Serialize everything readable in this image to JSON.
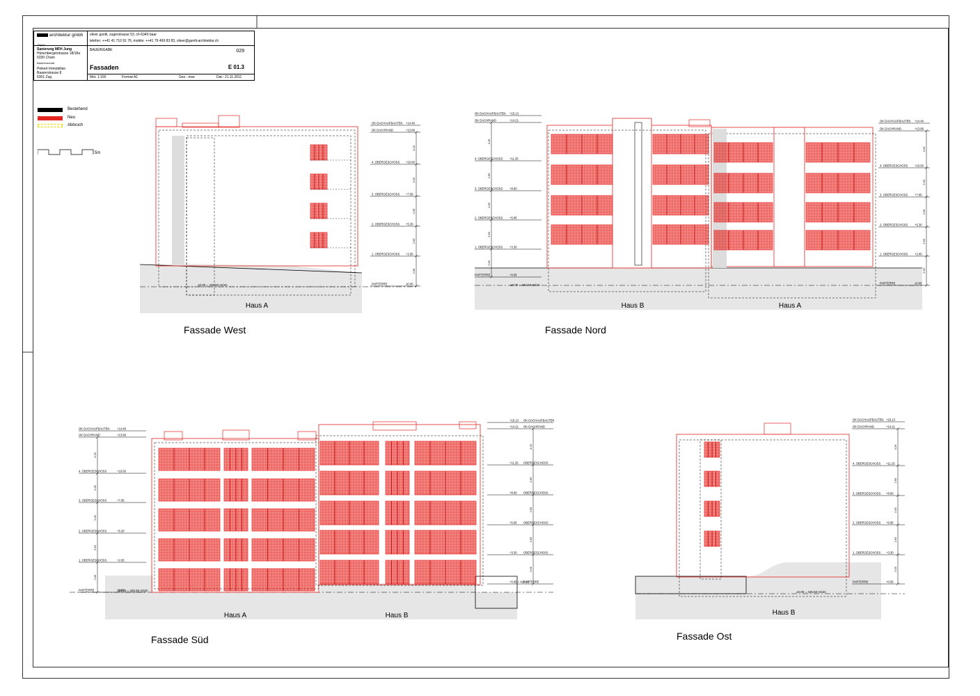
{
  "title_block": {
    "company": "architektur gmbh",
    "address_line": "oliver guntli, zugerstrasse 53, ch-6340 baar",
    "contact_line": "telefon: ++41 41 710 91 76, mobile: ++41 79 469 83 83, oliver@guntli-architektur.ch",
    "objekt_label": "Objekt",
    "objekt_lines": [
      "Sanierung MFH Jung",
      "Hünenbergerstrasse 18/18a",
      "6330 Cham"
    ],
    "bauherr_label": "Bauherrschaft",
    "bauherr_lines": [
      "Peikert Immobilien",
      "Baarerstrasse 8",
      "6301 Zug"
    ],
    "phase": "BAUEINGABE",
    "plan_number": "029",
    "plan_title": "Fassaden",
    "plan_code": "E 01.3",
    "scale": "Mst. 1:100",
    "format": "Format A1",
    "drawn_by": "Gez.: mse",
    "date": "Dat.: 21.11.2011"
  },
  "legend": {
    "items": [
      {
        "label": "Bestehend",
        "color": "#000000",
        "style": "solid"
      },
      {
        "label": "Neu",
        "color": "#e52521",
        "style": "solid"
      },
      {
        "label": "Abbruch",
        "color": "#f2d600",
        "style": "dashed"
      }
    ],
    "scalebar_label": "5m"
  },
  "colors": {
    "neu": "#e52521",
    "bestehend": "#000000",
    "ground": "#e6e6e6",
    "abbruch": "#f2d600"
  },
  "views": {
    "west": {
      "caption": "Fassade West",
      "house_labels": [
        "Haus A"
      ],
      "datum": "±0.00 = 425.50 m/üm",
      "levels": [
        {
          "name": "OK DACHAUFBAUTEN",
          "value": "+14.46"
        },
        {
          "name": "OK DACHRAND",
          "value": "+13.86"
        },
        {
          "name": "4. OBERGESCHOSS",
          "value": "+10.60"
        },
        {
          "name": "3. OBERGESCHOSS",
          "value": "+7.95"
        },
        {
          "name": "2. OBERGESCHOSS",
          "value": "+5.30"
        },
        {
          "name": "1. OBERGESCHOSS",
          "value": "+2.65"
        },
        {
          "name": "PARTERRE",
          "value": "±0.00"
        }
      ],
      "dims": [
        "3.26",
        "2.65",
        "2.65",
        "2.65",
        "2.65"
      ]
    },
    "nord": {
      "caption": "Fassade Nord",
      "house_labels": [
        "Haus B",
        "Haus A"
      ],
      "datum": "±0.00 = 425.50 m/üm",
      "levels_left": [
        {
          "name": "OK DACHAUFBAUTEN",
          "value": "+15.13"
        },
        {
          "name": "OK DACHRAND",
          "value": "+14.21"
        },
        {
          "name": "4. OBERGESCHOSS",
          "value": "+11.25"
        },
        {
          "name": "3. OBERGESCHOSS",
          "value": "+8.60"
        },
        {
          "name": "2. OBERGESCHOSS",
          "value": "+5.95"
        },
        {
          "name": "1. OBERGESCHOSS",
          "value": "+3.30"
        },
        {
          "name": "PARTERRE",
          "value": "+0.65"
        }
      ],
      "levels_right": [
        {
          "name": "OK DACHAUFBAUTEN",
          "value": "+14.46"
        },
        {
          "name": "OK DACHRAND",
          "value": "+13.86"
        },
        {
          "name": "4. OBERGESCHOSS",
          "value": "+10.60"
        },
        {
          "name": "3. OBERGESCHOSS",
          "value": "+7.95"
        },
        {
          "name": "2. OBERGESCHOSS",
          "value": "+5.30"
        },
        {
          "name": "1. OBERGESCHOSS",
          "value": "+2.65"
        },
        {
          "name": "PARTERRE",
          "value": "±0.00"
        }
      ],
      "dims": [
        "3.26",
        "2.65",
        "2.65",
        "2.65",
        "2.65",
        "2.65"
      ]
    },
    "sued": {
      "caption": "Fassade Süd",
      "house_labels": [
        "Haus A",
        "Haus B"
      ],
      "datum": "±0.00 = 425.50 m/üm",
      "levels_left": [
        {
          "name": "OK DACHAUFBAUTEN",
          "value": "+14.46"
        },
        {
          "name": "OK DACHRAND",
          "value": "+13.86"
        },
        {
          "name": "4. OBERGESCHOSS",
          "value": "+10.60"
        },
        {
          "name": "3. OBERGESCHOSS",
          "value": "+7.95"
        },
        {
          "name": "2. OBERGESCHOSS",
          "value": "+5.30"
        },
        {
          "name": "1. OBERGESCHOSS",
          "value": "+2.65"
        },
        {
          "name": "PARTERRE",
          "value": "±0.00"
        }
      ],
      "levels_right": [
        {
          "name": "OK DACHAUFBAUTEN",
          "value": "+15.13"
        },
        {
          "name": "OK DACHRAND",
          "value": "+14.21"
        },
        {
          "name": "OBERGESCHOSS",
          "value": "+11.25"
        },
        {
          "name": "OBERGESCHOSS",
          "value": "+8.60"
        },
        {
          "name": "OBERGESCHOSS",
          "value": "+5.95"
        },
        {
          "name": "OBERGESCHOSS",
          "value": "+3.30"
        },
        {
          "name": "PARTERRE",
          "value": "+0.65 = 426.15"
        }
      ],
      "dims": [
        "3.26",
        "2.65",
        "2.65",
        "2.65",
        "2.65",
        "2.65"
      ]
    },
    "ost": {
      "caption": "Fassade Ost",
      "house_labels": [
        "Haus B"
      ],
      "datum": "±0.00 = 425.50 m/üm",
      "levels": [
        {
          "name": "OK DACHAUFBAUTEN",
          "value": "+15.13"
        },
        {
          "name": "OK DACHRAND",
          "value": "+14.21"
        },
        {
          "name": "4. OBERGESCHOSS",
          "value": "+11.25"
        },
        {
          "name": "3. OBERGESCHOSS",
          "value": "+8.60"
        },
        {
          "name": "2. OBERGESCHOSS",
          "value": "+5.95"
        },
        {
          "name": "1. OBERGESCHOSS",
          "value": "+3.30"
        },
        {
          "name": "PARTERRE",
          "value": "+0.65"
        }
      ],
      "dims": [
        "3.26",
        "2.65",
        "2.65",
        "2.65",
        "2.65",
        "2.65"
      ]
    }
  }
}
